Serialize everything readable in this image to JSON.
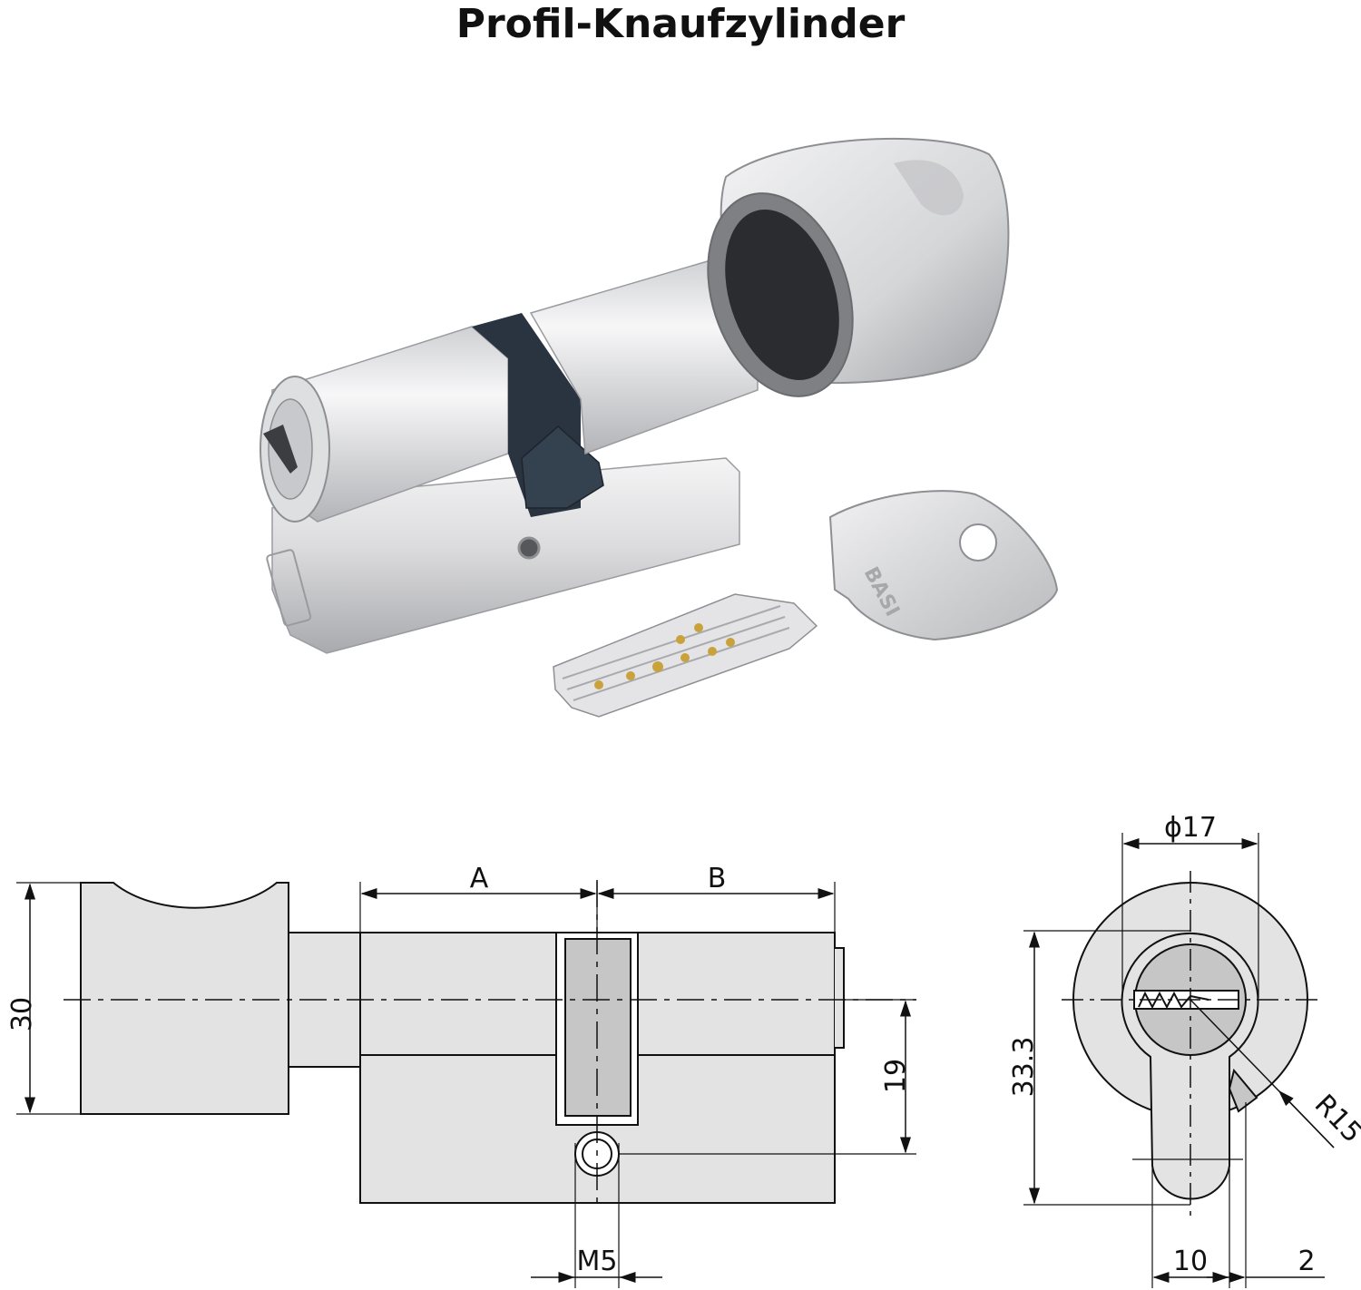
{
  "title": "Profil-Knaufzylinder",
  "product": {
    "brand_mark": "BASI"
  },
  "drawing_side": {
    "dim_height": "30",
    "dim_a": "A",
    "dim_b": "B",
    "dim_19": "19",
    "dim_thread": "M5"
  },
  "drawing_front": {
    "dim_diameter": "ϕ17",
    "dim_profile_height": "33.3",
    "dim_radius": "R15",
    "dim_width": "10",
    "dim_offset": "2"
  },
  "colors": {
    "metal_light": "#e8e8ea",
    "metal_mid": "#c9c9cc",
    "metal_dark": "#8e8f93",
    "cam_blue": "#2a3340",
    "drawing_fill": "#e3e3e3",
    "drawing_dark_fill": "#c6c6c6",
    "line": "#111111"
  }
}
